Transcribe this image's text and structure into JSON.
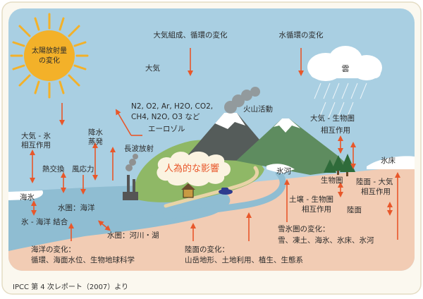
{
  "labels": {
    "solar": [
      "太陽放射量",
      "の変化"
    ],
    "atmos_comp": "大気組成、循環の変化",
    "water_cycle": "水循環の変化",
    "cloud": "雲",
    "atmosphere": "大気",
    "gases_line1": "N2, O2, Ar, H2O, CO2,",
    "gases_line2": "CH4, N2O, O3 など",
    "aerosol": "エーロゾル",
    "volcano": "火山活動",
    "atm_ice": [
      "大気 - 氷",
      "相互作用"
    ],
    "precip": [
      "降水",
      "蒸発"
    ],
    "longwave": "長波放射",
    "atm_bio": [
      "大気 - 生物圏",
      "相互作用"
    ],
    "heat_exchange": "熱交換",
    "wind_stress": "風応力",
    "human": "人為的な影響",
    "glacier": "氷河",
    "ice_sheet": "氷床",
    "biosphere": "生物圏",
    "sea_ice": "海氷",
    "hydro_ocean": "水圏：海洋",
    "soil_bio": [
      "土壌 - 生物圏",
      "相互作用"
    ],
    "land_atm": [
      "陸面 - 大気",
      "相互作用"
    ],
    "ice_ocean": "氷 - 海洋 結合",
    "hydro_rivers": "水圏：河川・湖",
    "land": "陸面",
    "cryo_change": [
      "雪氷圏の変化：",
      "雪、凍土、海氷、氷床、氷河"
    ],
    "ocean_change": [
      "海洋の変化：",
      "循環、海面水位、生物地球科学"
    ],
    "land_change": [
      "陸面の変化：",
      "山岳地形、土地利用、植生、生態系"
    ]
  },
  "source": "IPCC 第 4 次レポート（2007）より",
  "colors": {
    "sky": "#a9cfe2",
    "sun": "#f3b129",
    "arrow": "#e8572a",
    "ocean": "#8fbdd2",
    "land": "#f2ccb4",
    "hill": "#8fb866",
    "mountain_dark": "#555c5a",
    "mountain_green": "#5e8c5f",
    "human_text": "#e8572a"
  }
}
